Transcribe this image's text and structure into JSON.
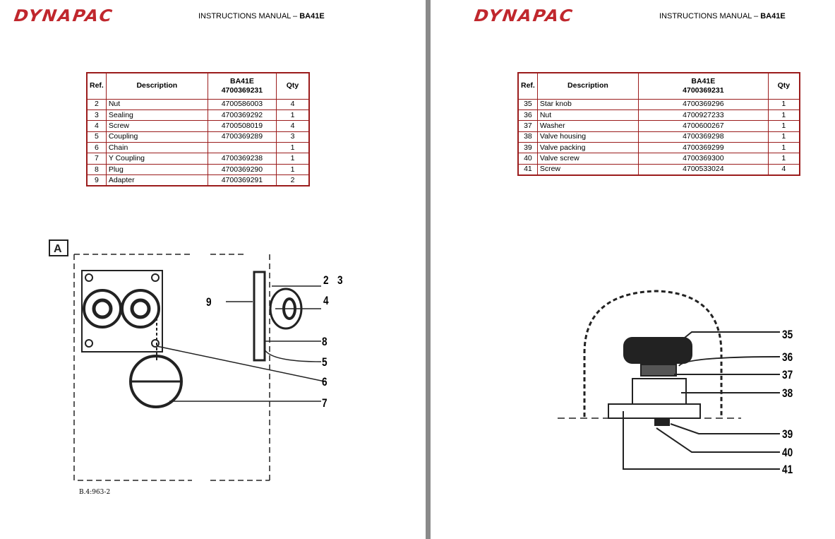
{
  "header": {
    "logo": "DYNAPAC",
    "title_prefix": "INSTRUCTIONS MANUAL – ",
    "title_model": "BA41E"
  },
  "table_headers": {
    "ref": "Ref.",
    "description": "Description",
    "model": "BA41E",
    "part_no": "4700369231",
    "qty": "Qty"
  },
  "left_table": [
    {
      "ref": "2",
      "description": "Nut",
      "part": "4700586003",
      "qty": "4"
    },
    {
      "ref": "3",
      "description": "Sealing",
      "part": "4700369292",
      "qty": "1"
    },
    {
      "ref": "4",
      "description": "Screw",
      "part": "4700508019",
      "qty": "4"
    },
    {
      "ref": "5",
      "description": "Coupling",
      "part": "4700369289",
      "qty": "3"
    },
    {
      "ref": "6",
      "description": "Chain",
      "part": "",
      "qty": "1"
    },
    {
      "ref": "7",
      "description": "Y Coupling",
      "part": "4700369238",
      "qty": "1"
    },
    {
      "ref": "8",
      "description": "Plug",
      "part": "4700369290",
      "qty": "1"
    },
    {
      "ref": "9",
      "description": "Adapter",
      "part": "4700369291",
      "qty": "2"
    }
  ],
  "right_table": [
    {
      "ref": "35",
      "description": "Star knob",
      "part": "4700369296",
      "qty": "1"
    },
    {
      "ref": "36",
      "description": "Nut",
      "part": "4700927233",
      "qty": "1"
    },
    {
      "ref": "37",
      "description": "Washer",
      "part": "4700600267",
      "qty": "1"
    },
    {
      "ref": "38",
      "description": "Valve housing",
      "part": "4700369298",
      "qty": "1"
    },
    {
      "ref": "39",
      "description": "Valve packing",
      "part": "4700369299",
      "qty": "1"
    },
    {
      "ref": "40",
      "description": "Valve screw",
      "part": "4700369300",
      "qty": "1"
    },
    {
      "ref": "41",
      "description": "Screw",
      "part": "4700533024",
      "qty": "4"
    }
  ],
  "left_diagram": {
    "section": "A",
    "labels": [
      "2",
      "3",
      "4",
      "9",
      "8",
      "5",
      "6",
      "7"
    ],
    "caption": "B.4:963-2"
  },
  "right_diagram": {
    "labels": [
      "35",
      "36",
      "37",
      "38",
      "39",
      "40",
      "41"
    ]
  }
}
